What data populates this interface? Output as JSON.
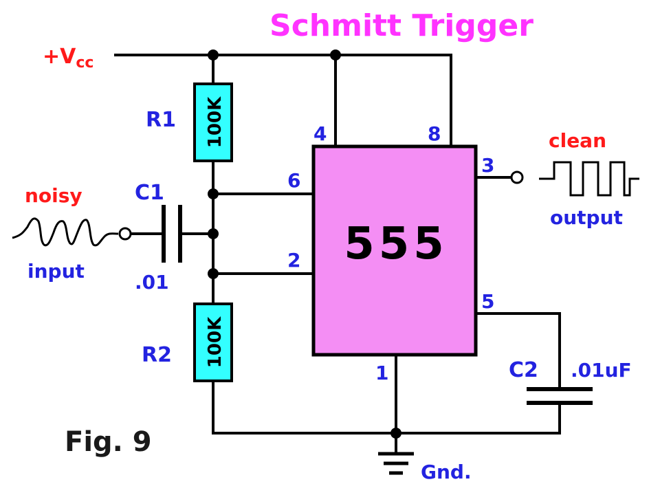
{
  "title": "Schmitt Trigger",
  "supply": {
    "prefix": "+V",
    "subscript": "cc"
  },
  "ic": {
    "label": "555"
  },
  "pins": {
    "p4": "4",
    "p8": "8",
    "p6": "6",
    "p2": "2",
    "p3": "3",
    "p5": "5",
    "p1": "1"
  },
  "resistors": {
    "r1": {
      "name": "R1",
      "value": "100K"
    },
    "r2": {
      "name": "R2",
      "value": "100K"
    }
  },
  "capacitors": {
    "c1": {
      "name": "C1",
      "value": ".01"
    },
    "c2": {
      "name": "C2",
      "value": ".01uF"
    }
  },
  "input": {
    "top": "noisy",
    "bottom": "input"
  },
  "output": {
    "top": "clean",
    "bottom": "output"
  },
  "ground": {
    "label": "Gnd."
  },
  "figure": {
    "label": "Fig. 9"
  },
  "colors": {
    "title": "#ff33ff",
    "ic_fill": "#f48ef4",
    "resistor_fill": "#33ffff",
    "label_blue": "#2323e0",
    "label_red": "#ff1a1a",
    "wire": "#000000"
  }
}
